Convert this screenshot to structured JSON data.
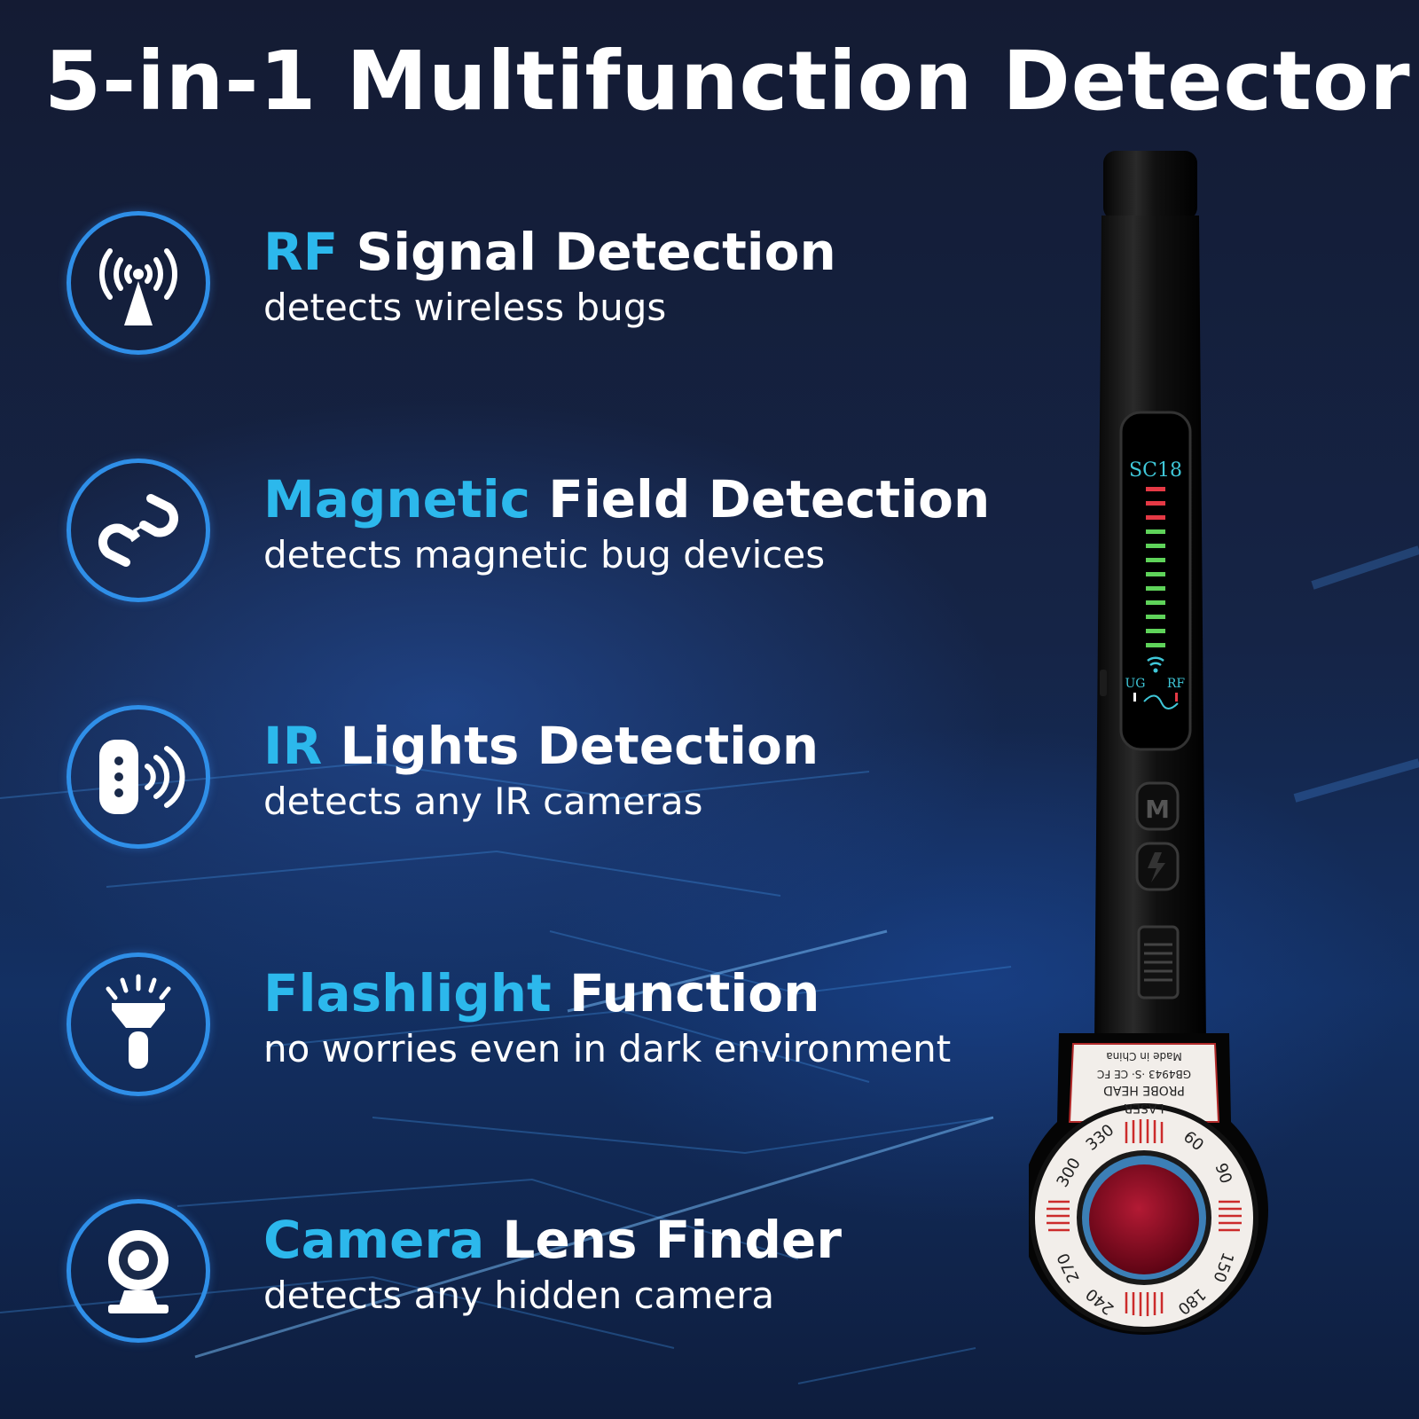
{
  "title": "5-in-1 Multifunction Detector",
  "features": [
    {
      "accent": "RF",
      "rest": " Signal Detection",
      "subtitle": "detects wireless bugs",
      "icon": "rf-antenna-icon"
    },
    {
      "accent": "Magnetic",
      "rest": " Field Detection",
      "subtitle": "detects magnetic bug devices",
      "icon": "magnet-icon"
    },
    {
      "accent": "IR",
      "rest": " Lights Detection",
      "subtitle": "detects any IR cameras",
      "icon": "ir-emitter-icon"
    },
    {
      "accent": "Flashlight",
      "rest": " Function",
      "subtitle": "no worries even in dark environment",
      "icon": "flashlight-icon"
    },
    {
      "accent": "Camera",
      "rest": " Lens Finder",
      "subtitle": "detects any hidden camera",
      "icon": "webcam-icon"
    }
  ],
  "device": {
    "model": "SC18",
    "mode_left": "UG",
    "mode_right": "RF",
    "button_m": "M",
    "label_made": "Made in China",
    "label_cert": "GB4943 ·S· CE FC",
    "label_probe": "PROBE   HEAD",
    "label_laser": "LASER",
    "dial": [
      "330",
      "300",
      "60",
      "90",
      "150",
      "180",
      "240",
      "270"
    ]
  },
  "colors": {
    "accent": "#2cb8ec",
    "ring": "#2f8fe8",
    "led_red": "#e53945",
    "led_green": "#5fd35a",
    "lens": "#8c0f22"
  }
}
